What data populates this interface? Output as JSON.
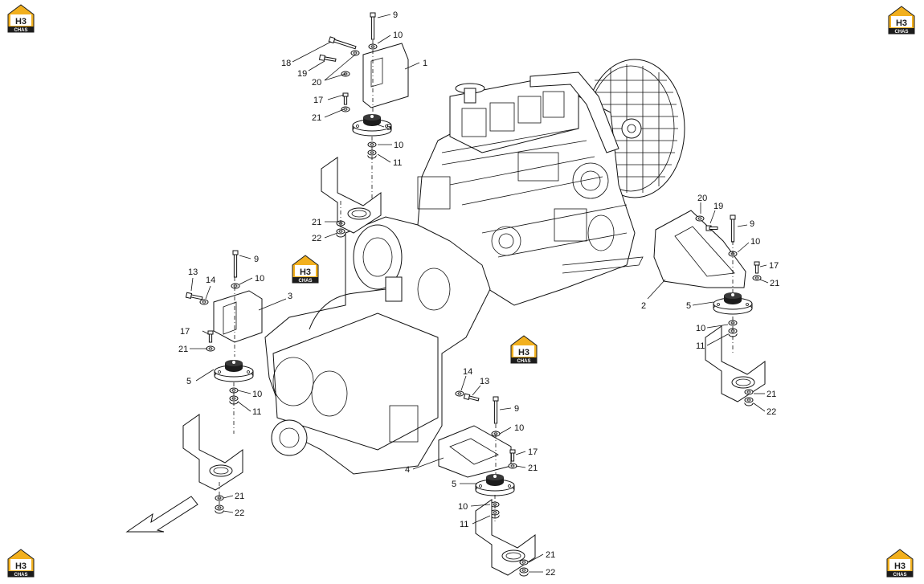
{
  "logo": {
    "mark": "H3",
    "sub": "CHAS",
    "accent": "#f2b01e",
    "dark": "#1c1c1c"
  },
  "callouts": {
    "c1": "1",
    "c2": "2",
    "c3": "3",
    "c4": "4",
    "c5": "5",
    "c9": "9",
    "c10": "10",
    "c11": "11",
    "c13": "13",
    "c14": "14",
    "c17": "17",
    "c18": "18",
    "c19": "19",
    "c20": "20",
    "c21": "21",
    "c22": "22"
  },
  "direction_arrow": "front-direction-arrow"
}
